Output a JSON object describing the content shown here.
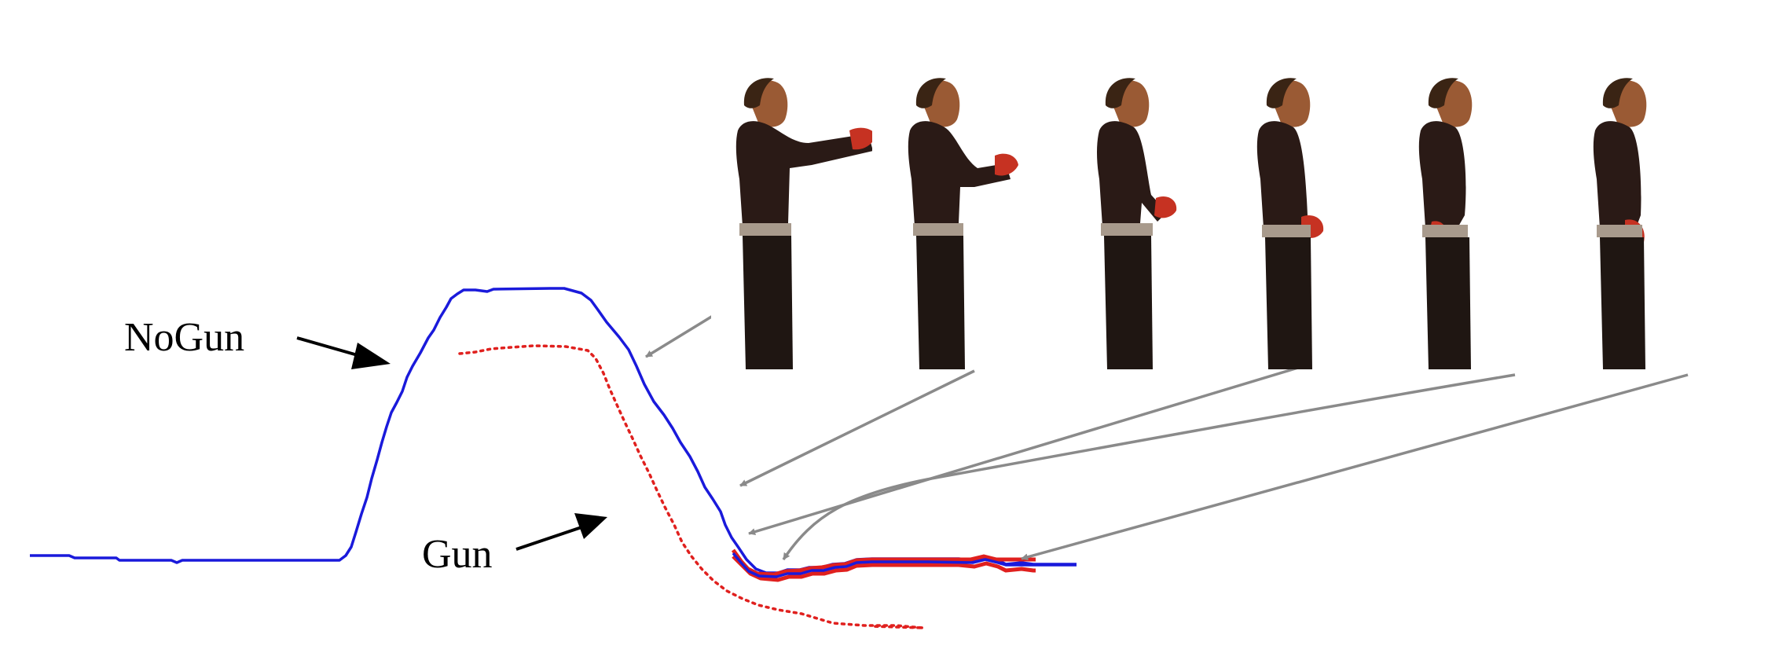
{
  "labels": {
    "nogun": "NoGun",
    "gun": "Gun"
  },
  "colors": {
    "nogun_curve": "#1a1adb",
    "gun_curve": "#e0201e",
    "matched_segment": "#e0201e",
    "arrow_gray": "#8a8a8a",
    "arrow_black": "#000000",
    "shirt": "#2a1a16",
    "pants": "#1f1612",
    "skin": "#9a5a34",
    "hair": "#3a2414",
    "glove": "#c63222",
    "belt": "#a89a8c"
  },
  "frames": [
    {
      "pose": "arm-extended-high"
    },
    {
      "pose": "arm-extended-mid"
    },
    {
      "pose": "arm-low-forward"
    },
    {
      "pose": "arm-low-side"
    },
    {
      "pose": "arm-down"
    },
    {
      "pose": "arm-down-rest"
    }
  ]
}
